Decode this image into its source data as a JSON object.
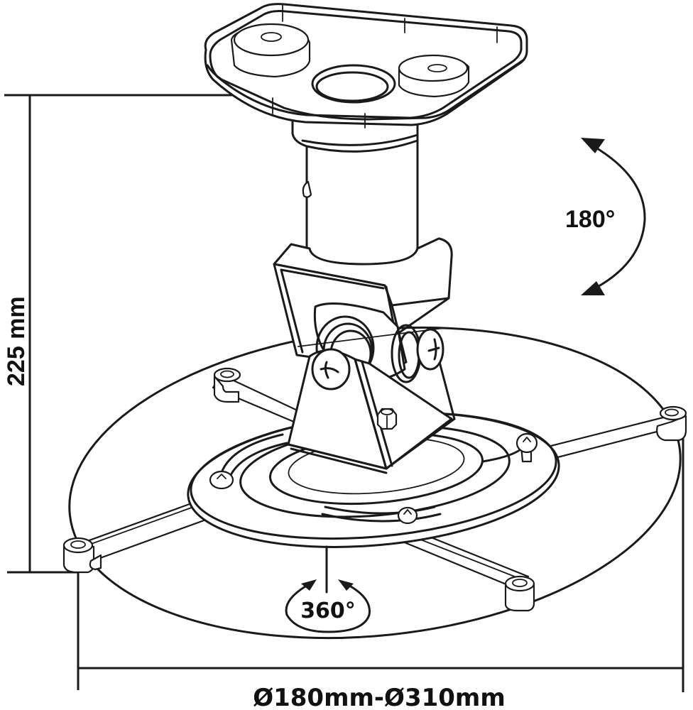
{
  "diagram": {
    "subject": "Projector ceiling mount technical drawing",
    "line_color": "#1a1a1a",
    "background": "#ffffff",
    "labels": {
      "height_dimension": "225 mm",
      "tilt_angle": "180°",
      "rotation_angle": "360°",
      "diameter_range": "Ø180mm-Ø310mm"
    },
    "parts": [
      "ceiling-plate",
      "extension-column",
      "tilt-bracket",
      "pivot-screw-left",
      "pivot-screw-right",
      "hex-nut",
      "rotating-base-plate",
      "adjustable-arm-front-left",
      "adjustable-arm-back-left",
      "adjustable-arm-right",
      "adjustable-arm-front-right",
      "mounting-ellipse"
    ],
    "dimensions": {
      "vertical": {
        "label": "225 mm",
        "from": "ceiling plate top",
        "to": "arm foot bottom"
      },
      "horizontal": {
        "label": "Ø180mm-Ø310mm",
        "from": "left arm foot",
        "to": "right arm foot"
      }
    }
  }
}
